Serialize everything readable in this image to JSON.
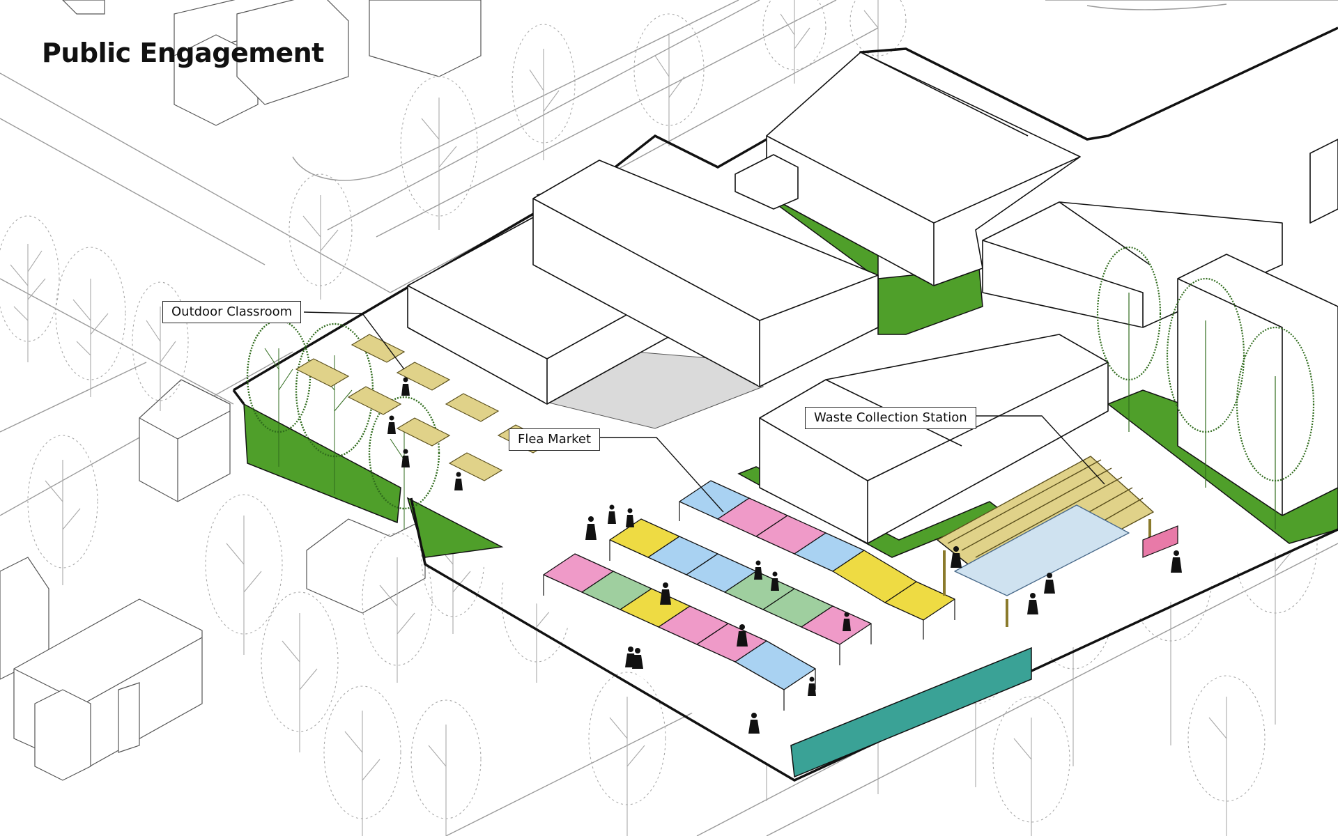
{
  "title": "Public Engagement",
  "callouts": {
    "outdoor_classroom": "Outdoor Classroom",
    "flea_market": "Flea Market",
    "waste_collection": "Waste Collection Station"
  },
  "colors": {
    "lawn_green": "#4f9f2a",
    "paved_grey": "#dadada",
    "tent_pink": "#ef9ac8",
    "tent_blue": "#a9d2f2",
    "tent_yellow": "#eedb43",
    "tent_green": "#9fcf9f",
    "pergola_wood": "#e0d289",
    "fence_teal": "#3aa296",
    "sign_pink": "#e87aa8",
    "outline": "#111111"
  }
}
